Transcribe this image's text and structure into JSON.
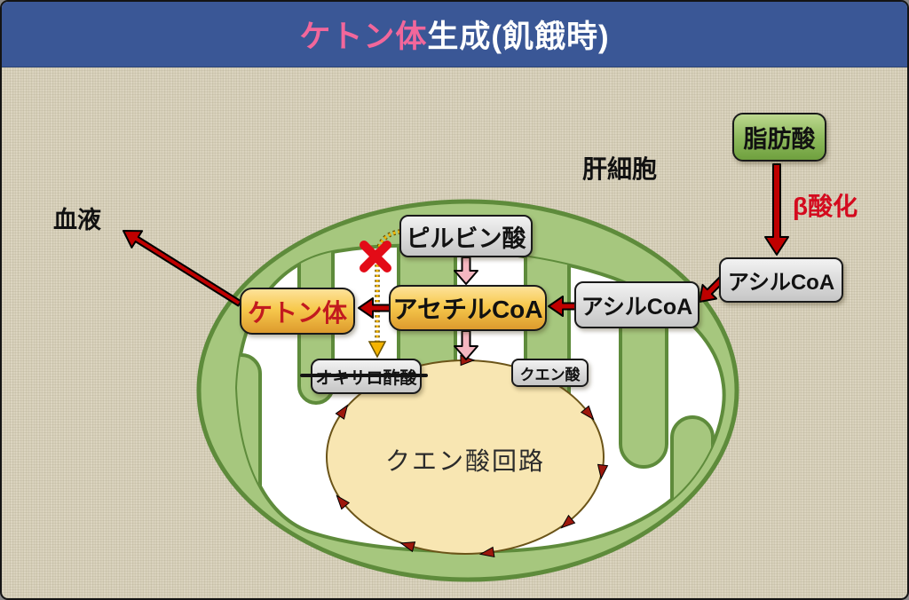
{
  "header": {
    "title_highlight": "ケトン体",
    "title_rest": "生成(飢餓時)"
  },
  "labels": {
    "liver_cell": "肝細胞",
    "blood": "血液",
    "beta_oxidation": "β酸化",
    "citric_acid_cycle": "クエン酸回路"
  },
  "nodes": {
    "fatty_acid": "脂肪酸",
    "acyl_coa_outer": "アシルCoA",
    "acyl_coa_inner": "アシルCoA",
    "pyruvate": "ピルビン酸",
    "acetyl_coa": "アセチルCoA",
    "ketone_body": "ケトン体",
    "oxaloacetate": "オキサロ酢酸",
    "citrate": "クエン酸"
  },
  "colors": {
    "header_bg": "#3a5796",
    "title_highlight": "#f2679b",
    "title_rest": "#ffffff",
    "background": "#d9d2bc",
    "mitochondria_fill": "#a6c77e",
    "mitochondria_border": "#5e8b3b",
    "cycle_fill": "#f8e6b2",
    "arrow_red": "#c00000",
    "arrow_pink": "#f5b6c0",
    "dashed_arrow": "#f4b400",
    "blocked_x": "#e30b17",
    "ketone_text": "#c21a1f",
    "beta_oxidation_text": "#d40a1e"
  }
}
